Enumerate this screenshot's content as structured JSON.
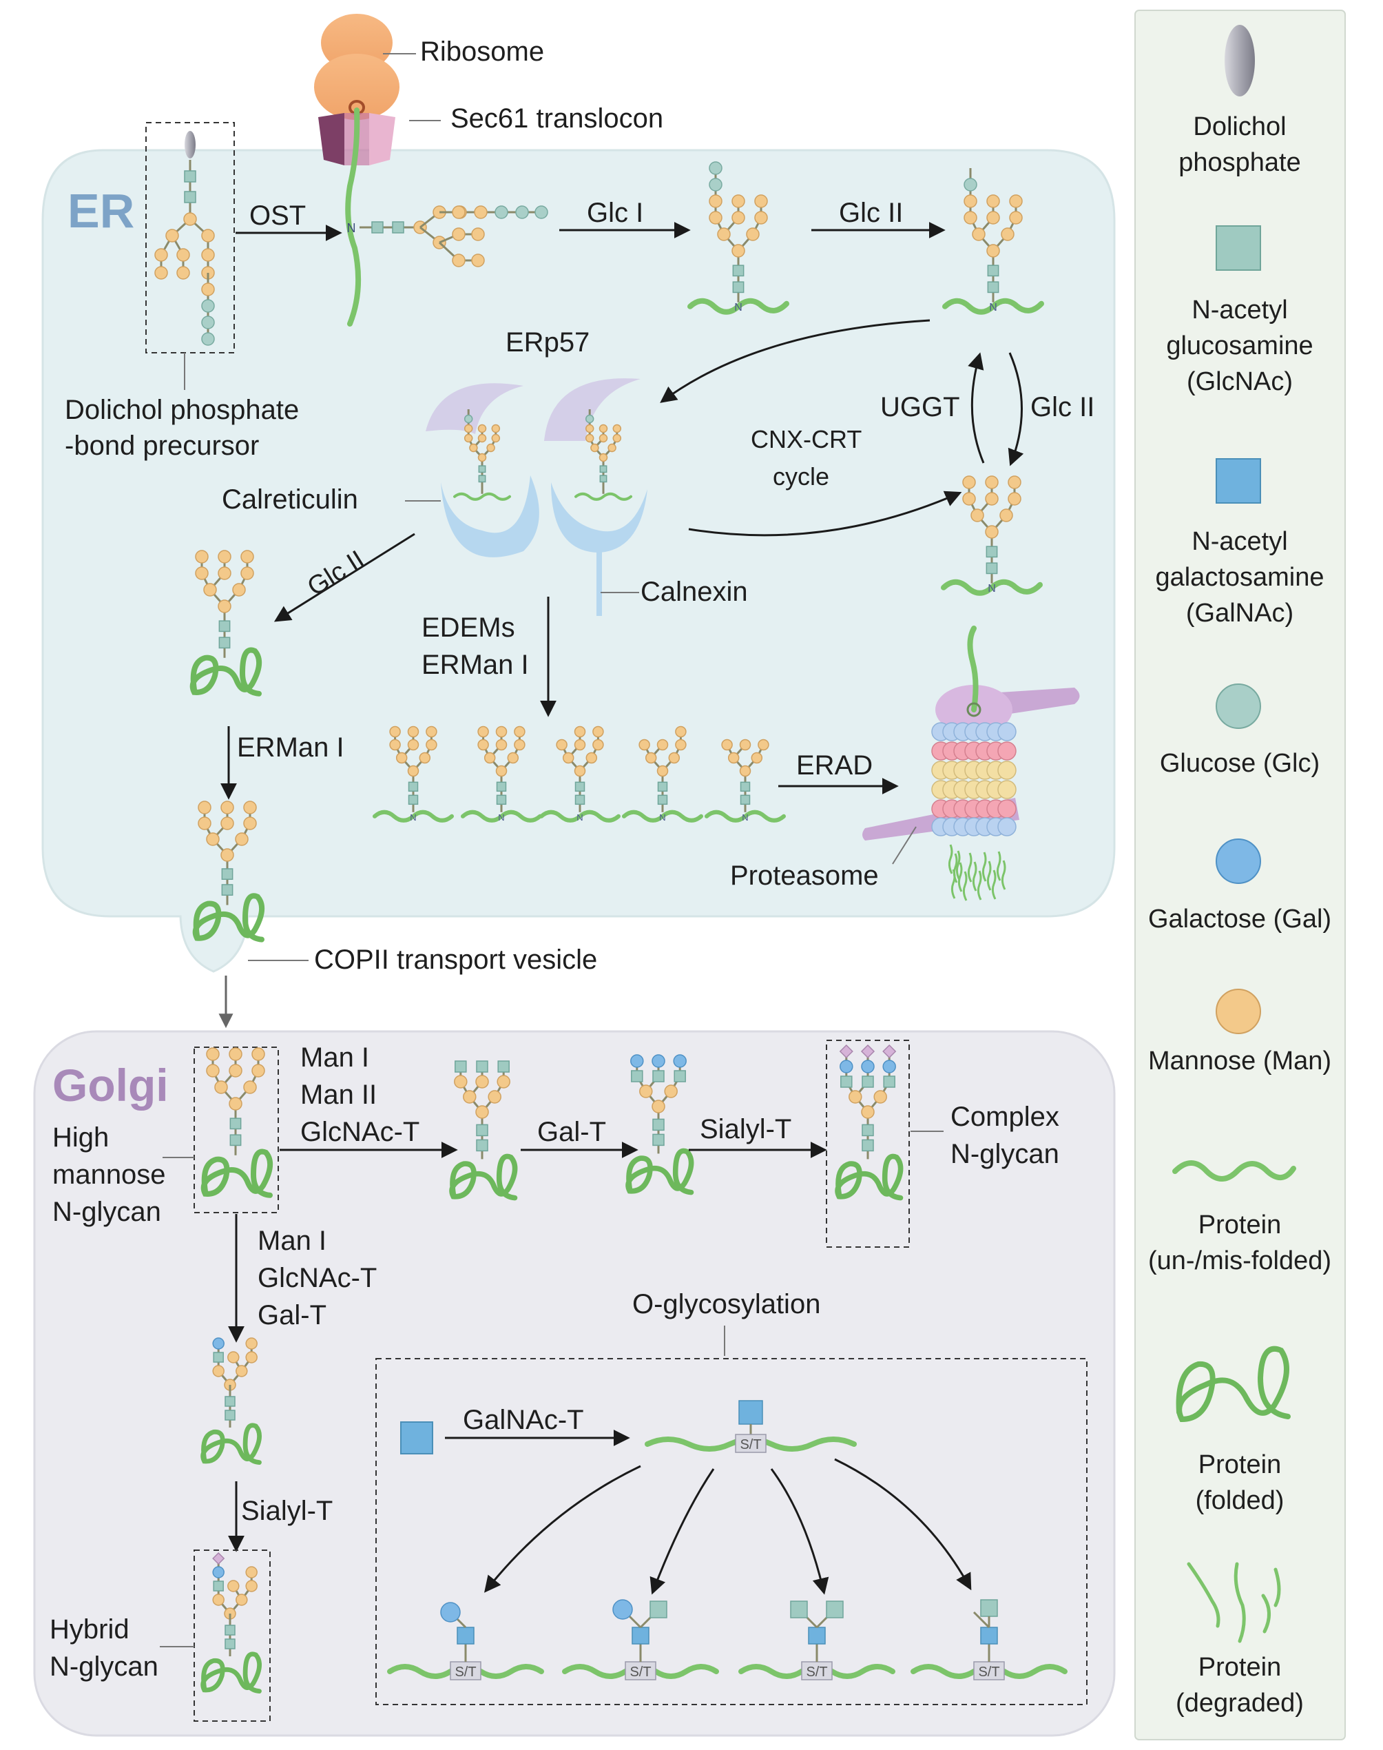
{
  "compartments": {
    "er": "ER",
    "golgi": "Golgi"
  },
  "labels": {
    "ribosome": "Ribosome",
    "sec61": "Sec61 translocon",
    "ost": "OST",
    "glc1": "Glc I",
    "glc2_top": "Glc II",
    "precursor_line1": "Dolichol phosphate",
    "precursor_line2": "-bond precursor",
    "erp57": "ERp57",
    "uggt": "UGGT",
    "glc2_cycle": "Glc II",
    "cnx_line1": "CNX-CRT",
    "cnx_line2": "cycle",
    "calreticulin": "Calreticulin",
    "calnexin": "Calnexin",
    "glc2_left": "Glc II",
    "edems": "EDEMs",
    "erman1_mid": "ERMan I",
    "erman1_left": "ERMan I",
    "erad": "ERAD",
    "proteasome": "Proteasome",
    "copii": "COPII transport vesicle",
    "high_line1": "High",
    "high_line2": "mannose",
    "high_line3": "N-glycan",
    "man1": "Man I",
    "man2": "Man II",
    "glcnact": "GlcNAc-T",
    "galt": "Gal-T",
    "sialylt_top": "Sialyl-T",
    "complex_line1": "Complex",
    "complex_line2": "N-glycan",
    "man1_b": "Man I",
    "glcnact_b": "GlcNAc-T",
    "galt_b": "Gal-T",
    "sialylt_b": "Sialyl-T",
    "hybrid_line1": "Hybrid",
    "hybrid_line2": "N-glycan",
    "oglyco": "O-glycosylation",
    "galnact": "GalNAc-T",
    "st": "S/T",
    "n": "N"
  },
  "legend": [
    {
      "line1": "Dolichol",
      "line2": "phosphate",
      "line3": "",
      "icon": "dolichol-icon"
    },
    {
      "line1": "N-acetyl",
      "line2": "glucosamine",
      "line3": "(GlcNAc)",
      "icon": "glcnac-icon"
    },
    {
      "line1": "N-acetyl",
      "line2": "galactosamine",
      "line3": "(GalNAc)",
      "icon": "galnac-icon"
    },
    {
      "line1": "Glucose (Glc)",
      "line2": "",
      "line3": "",
      "icon": "glucose-icon"
    },
    {
      "line1": "Galactose (Gal)",
      "line2": "",
      "line3": "",
      "icon": "galactose-icon"
    },
    {
      "line1": "Mannose (Man)",
      "line2": "",
      "line3": "",
      "icon": "mannose-icon"
    },
    {
      "line1": "Protein",
      "line2": "(un-/mis-folded)",
      "line3": "",
      "icon": "unfolded-protein-icon"
    },
    {
      "line1": "Protein",
      "line2": "(folded)",
      "line3": "",
      "icon": "folded-protein-icon"
    },
    {
      "line1": "Protein",
      "line2": "(degraded)",
      "line3": "",
      "icon": "degraded-protein-icon"
    }
  ],
  "colors": {
    "er_fill": "#e4f0f2",
    "golgi_fill": "#ebebf0",
    "mannose": "#f3c98a",
    "glucose": "#a9cfc8",
    "glcnac": "#9fcac1",
    "galnac": "#6fb2de",
    "galactose": "#7eb8e6",
    "sialic": "#d6b3d8",
    "protein": "#7cc46a",
    "ribosome": "#f5b27a"
  }
}
